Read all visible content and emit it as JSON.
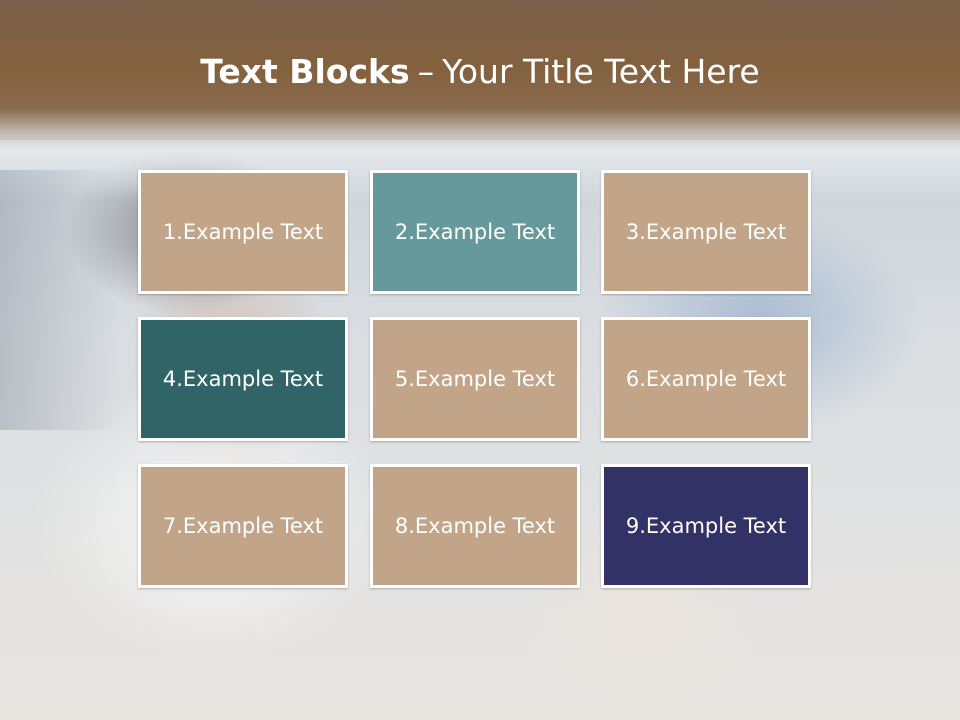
{
  "title": {
    "bold": "Text Blocks",
    "dash": "–",
    "rest": "Your Title Text Here"
  },
  "blocks": [
    {
      "label": "1.Example Text",
      "color": "#c2a588"
    },
    {
      "label": "2.Example Text",
      "color": "#65999b"
    },
    {
      "label": "3.Example Text",
      "color": "#c2a588"
    },
    {
      "label": "4.Example Text",
      "color": "#316466"
    },
    {
      "label": "5.Example Text",
      "color": "#c2a588"
    },
    {
      "label": "6.Example Text",
      "color": "#c2a588"
    },
    {
      "label": "7.Example Text",
      "color": "#c2a588"
    },
    {
      "label": "8.Example Text",
      "color": "#c2a588"
    },
    {
      "label": "9.Example Text",
      "color": "#333266"
    }
  ]
}
